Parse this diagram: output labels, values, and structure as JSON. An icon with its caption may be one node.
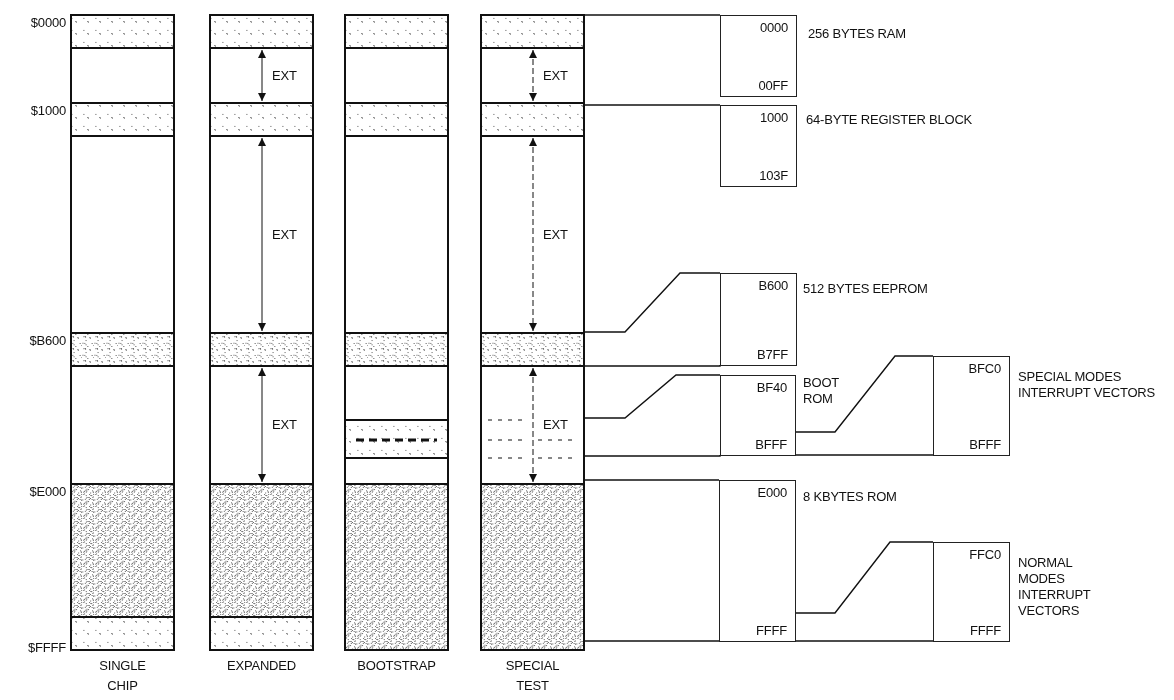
{
  "diagram": {
    "nodes": [
      {
        "text": [],
        "shape": "bar",
        "beside": [
          "SINGLE CHIP"
        ]
      },
      {
        "text": [],
        "shape": "bar",
        "beside": [
          "EXPANDED"
        ]
      },
      {
        "text": [],
        "shape": "bar",
        "beside": [
          "BOOTSTRAP"
        ]
      },
      {
        "text": [],
        "shape": "bar",
        "beside": [
          "SPECIAL TEST"
        ]
      },
      {
        "text": [
          "0000",
          "00FF"
        ],
        "beside": [
          "256 BYTES RAM"
        ]
      },
      {
        "text": [
          "1000",
          "103F"
        ],
        "beside": [
          "64-BYTE REGISTER BLOCK"
        ]
      },
      {
        "text": [
          "B600",
          "B7FF"
        ],
        "beside": [
          "512 BYTES EEPROM"
        ]
      },
      {
        "text": [
          "BF40",
          "BFFF"
        ],
        "beside": [
          "BOOT ROM"
        ]
      },
      {
        "text": [
          "BFC0",
          "BFFF"
        ],
        "beside": [
          "SPECIAL MODES INTERRUPT VECTORS"
        ]
      },
      {
        "text": [
          "E000",
          "FFFF"
        ],
        "beside": [
          "8 KBYTES ROM"
        ]
      },
      {
        "text": [
          "FFC0",
          "FFFF"
        ],
        "beside": [
          "NORMAL MODES INTERRUPT VECTORS"
        ]
      }
    ],
    "edges": [
      {
        "from": 3,
        "to": 4,
        "arrow": "none"
      },
      {
        "from": 3,
        "to": 5,
        "arrow": "none"
      },
      {
        "from": 3,
        "to": 6,
        "arrow": "none"
      },
      {
        "from": 3,
        "to": 6,
        "arrow": "none"
      },
      {
        "from": 3,
        "to": 7,
        "arrow": "none"
      },
      {
        "from": 3,
        "to": 7,
        "arrow": "none"
      },
      {
        "from": 7,
        "to": 8,
        "arrow": "none"
      },
      {
        "from": 7,
        "to": 8,
        "arrow": "none"
      },
      {
        "from": 3,
        "to": 9,
        "arrow": "none"
      },
      {
        "from": 3,
        "to": 9,
        "arrow": "none"
      },
      {
        "from": 9,
        "to": 10,
        "arrow": "none"
      },
      {
        "from": 9,
        "to": 10,
        "arrow": "none"
      }
    ],
    "labels": [
      "$0000",
      "EXT",
      "EXT",
      "$1000",
      "EXT",
      "EXT",
      "$B600",
      "EXT",
      "EXT",
      "$E000",
      "$FFFF"
    ]
  }
}
